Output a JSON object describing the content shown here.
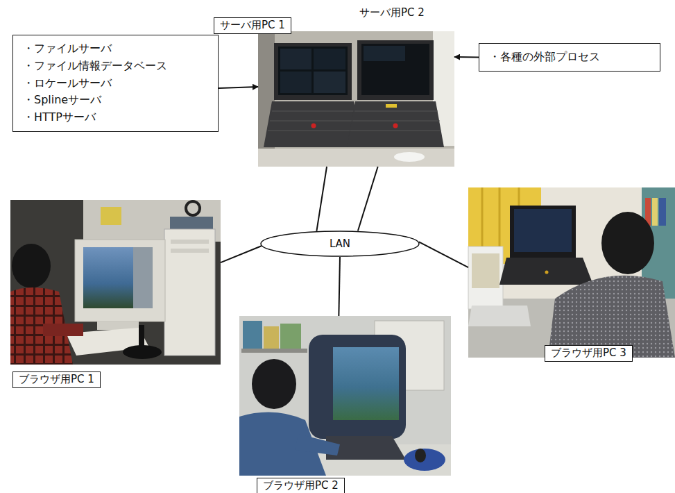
{
  "diagram": {
    "nodes": [
      {
        "text": [
          "・ファイルサーバ",
          "・ファイル情報データベース",
          "・ロケールサーバ",
          "・Splineサーバ",
          "・HTTPサーバ"
        ]
      },
      {
        "text": [
          "サーバ用PC 1",
          "サーバ用PC 2"
        ]
      },
      {
        "text": [
          "・各種の外部プロセス"
        ]
      },
      {
        "text": [
          "LAN"
        ]
      },
      {
        "text": [
          "ブラウザ用PC 1"
        ]
      },
      {
        "text": [
          "ブラウザ用PC 2"
        ]
      },
      {
        "text": [
          "ブラウザ用PC 3"
        ]
      }
    ],
    "edges": [
      {
        "from": 0,
        "to": 1,
        "arrow": "to"
      },
      {
        "from": 2,
        "to": 1,
        "arrow": "to"
      },
      {
        "from": 1,
        "to": 3,
        "arrow": "none"
      },
      {
        "from": 1,
        "to": 3,
        "arrow": "none"
      },
      {
        "from": 3,
        "to": 4,
        "arrow": "none"
      },
      {
        "from": 3,
        "to": 5,
        "arrow": "none"
      },
      {
        "from": 3,
        "to": 6,
        "arrow": "none"
      }
    ]
  }
}
